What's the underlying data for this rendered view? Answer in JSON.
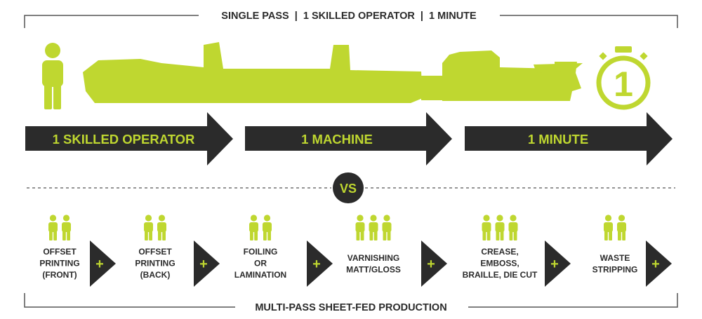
{
  "colors": {
    "accent": "#bfd730",
    "dark": "#2b2b2b",
    "frame": "#555555",
    "white": "#ffffff"
  },
  "header": {
    "title": "SINGLE PASS  |  1 SKILLED OPERATOR  |  1 MINUTE"
  },
  "top_icons": {
    "operator": "operator-person-icon",
    "machine": "press-machine-icon",
    "timer": "stopwatch-icon",
    "timer_number": "1"
  },
  "arrows": [
    {
      "label": "1 SKILLED OPERATOR"
    },
    {
      "label": "1 MACHINE"
    },
    {
      "label": "1 MINUTE"
    }
  ],
  "divider": {
    "vs_label": "VS"
  },
  "steps": [
    {
      "operators": 2,
      "lines": [
        "OFFSET",
        "PRINTING",
        "(FRONT)"
      ]
    },
    {
      "operators": 2,
      "lines": [
        "OFFSET",
        "PRINTING",
        "(BACK)"
      ]
    },
    {
      "operators": 2,
      "lines": [
        "FOILING",
        "OR",
        "LAMINATION"
      ]
    },
    {
      "operators": 3,
      "lines": [
        "VARNISHING",
        "MATT/GLOSS"
      ]
    },
    {
      "operators": 3,
      "lines": [
        "CREASE,",
        "EMBOSS,",
        "BRAILLE, DIE CUT"
      ]
    },
    {
      "operators": 2,
      "lines": [
        "WASTE",
        "STRIPPING"
      ]
    }
  ],
  "plus_symbol": "+",
  "footer": {
    "title": "MULTI-PASS SHEET-FED PRODUCTION"
  }
}
